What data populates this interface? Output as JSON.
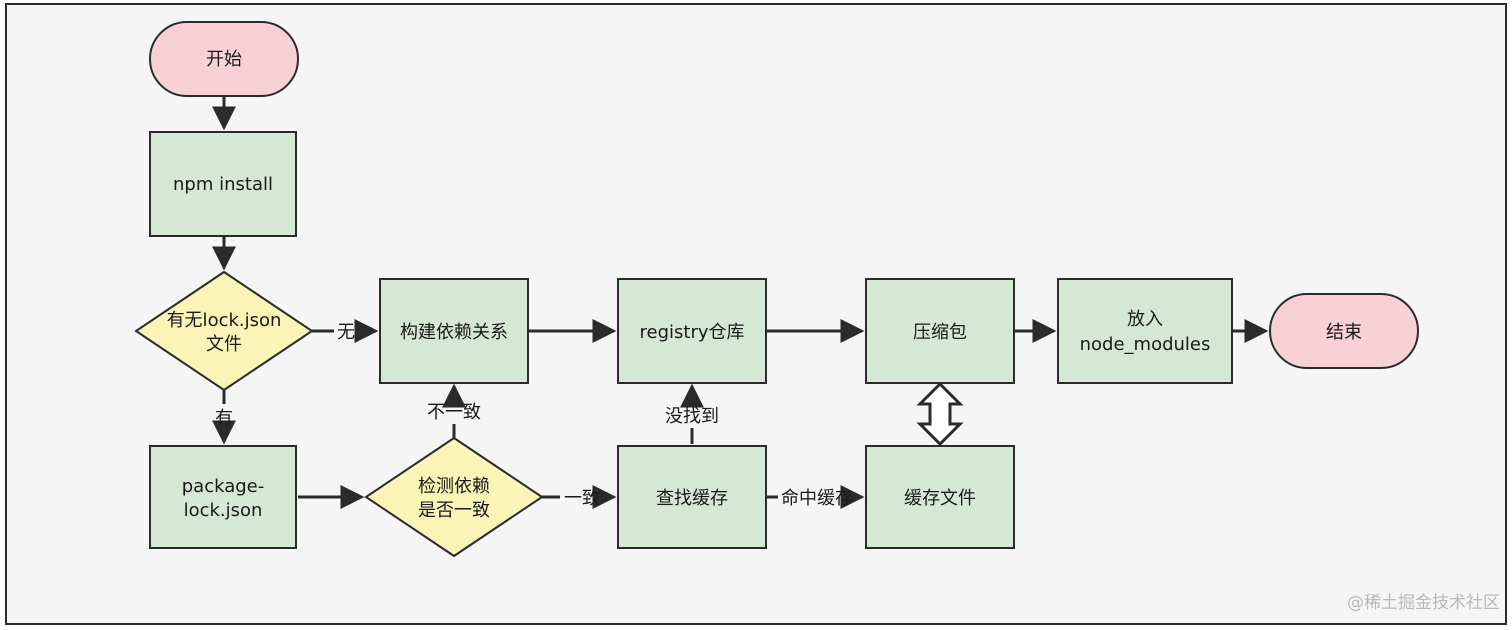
{
  "nodes": {
    "start": "开始",
    "npm_install": "npm install",
    "has_lock": [
      "有无lock.json",
      "文件"
    ],
    "build_deps": "构建依赖关系",
    "registry": "registry仓库",
    "compress": "压缩包",
    "put_modules": [
      "放入",
      "node_modules"
    ],
    "end": "结束",
    "package_lock": [
      "package-",
      "lock.json"
    ],
    "check_deps": [
      "检测依赖",
      "是否一致"
    ],
    "find_cache": "查找缓存",
    "cache_files": "缓存文件"
  },
  "edge_labels": {
    "none": "无",
    "has": "有",
    "inconsistent": "不一致",
    "consistent": "一致",
    "not_found": "没找到",
    "cache_hit": "命中缓存"
  },
  "watermark": "@稀土掘金技术社区",
  "colors": {
    "terminal_fill": "#f8d0d8",
    "process_fill": "#d5e8d4",
    "decision_fill": "#fbf4b7",
    "stroke": "#2b2b2b",
    "background": "#f5f5f5"
  }
}
